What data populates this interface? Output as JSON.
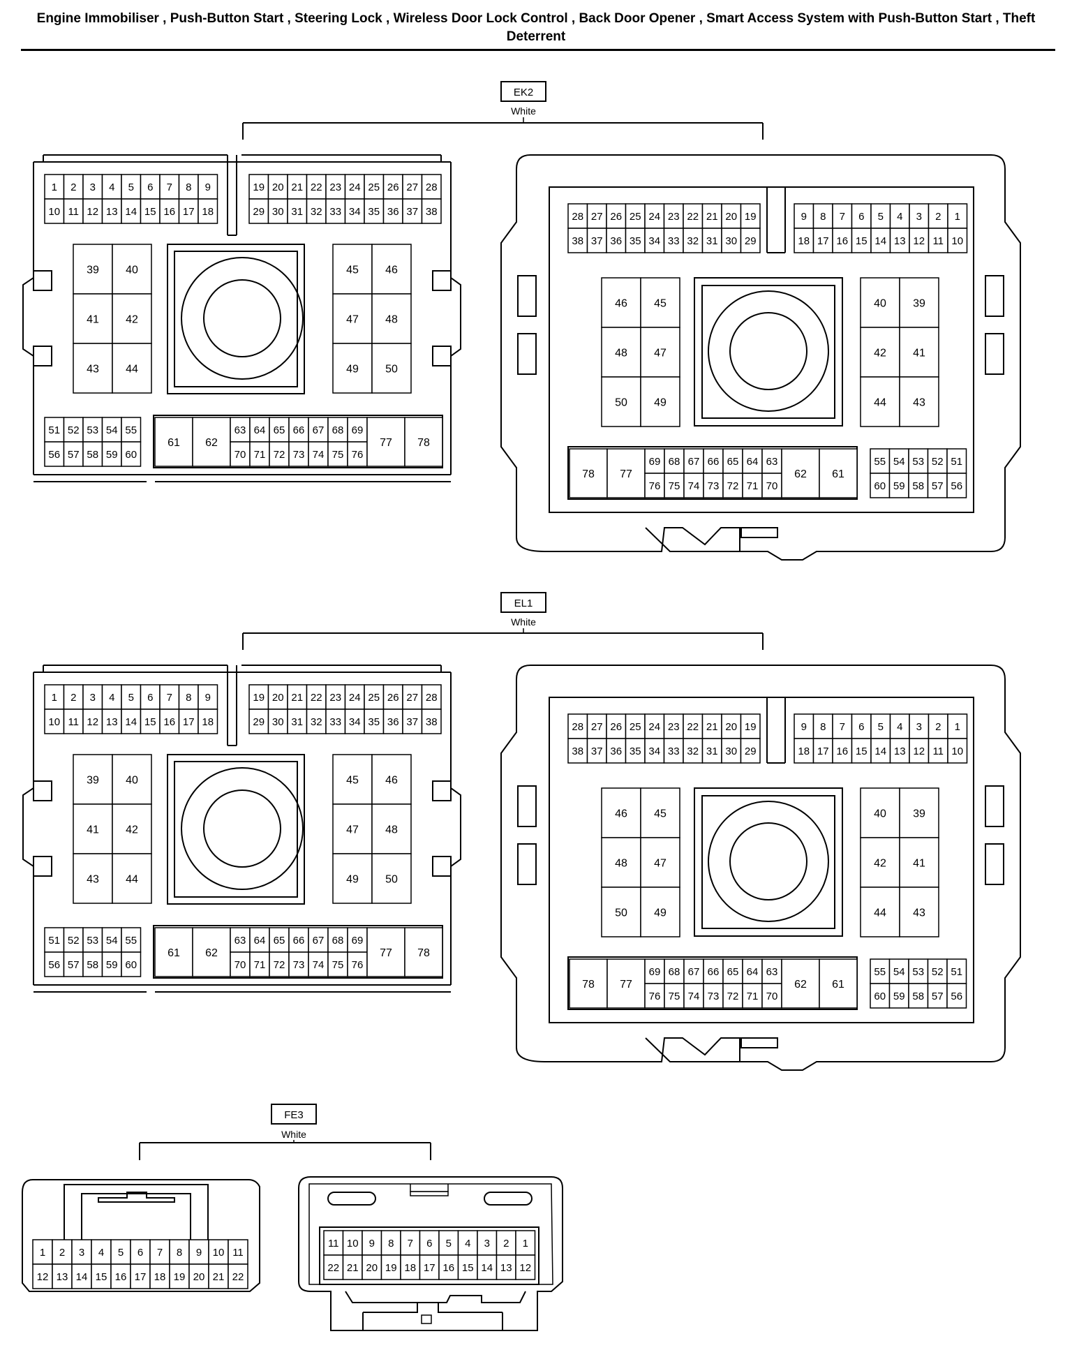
{
  "title": "Engine Immobiliser , Push-Button Start , Steering Lock , Wireless Door Lock Control , Back Door Opener , Smart Access System with Push-Button Start , Theft Deterrent",
  "connectors": [
    {
      "id": "EK2",
      "color": "White"
    },
    {
      "id": "EL1",
      "color": "White"
    },
    {
      "id": "FE3",
      "color": "White"
    }
  ],
  "large_connector": {
    "left": {
      "top_left_rows": [
        [
          "1",
          "2",
          "3",
          "4",
          "5",
          "6",
          "7",
          "8",
          "9"
        ],
        [
          "10",
          "11",
          "12",
          "13",
          "14",
          "15",
          "16",
          "17",
          "18"
        ]
      ],
      "top_right_rows": [
        [
          "19",
          "20",
          "21",
          "22",
          "23",
          "24",
          "25",
          "26",
          "27",
          "28"
        ],
        [
          "29",
          "30",
          "31",
          "32",
          "33",
          "34",
          "35",
          "36",
          "37",
          "38"
        ]
      ],
      "mid_left_grid": [
        [
          "39",
          "40"
        ],
        [
          "41",
          "42"
        ],
        [
          "43",
          "44"
        ]
      ],
      "mid_right_grid": [
        [
          "45",
          "46"
        ],
        [
          "47",
          "48"
        ],
        [
          "49",
          "50"
        ]
      ],
      "bottom_small_rows": [
        [
          "51",
          "52",
          "53",
          "54",
          "55"
        ],
        [
          "56",
          "57",
          "58",
          "59",
          "60"
        ]
      ],
      "bottom_big_left": [
        "61",
        "62"
      ],
      "bottom_mid_rows": [
        [
          "63",
          "64",
          "65",
          "66",
          "67",
          "68",
          "69"
        ],
        [
          "70",
          "71",
          "72",
          "73",
          "74",
          "75",
          "76"
        ]
      ],
      "bottom_big_right": [
        "77",
        "78"
      ]
    },
    "right": {
      "top_left_rows": [
        [
          "28",
          "27",
          "26",
          "25",
          "24",
          "23",
          "22",
          "21",
          "20",
          "19"
        ],
        [
          "38",
          "37",
          "36",
          "35",
          "34",
          "33",
          "32",
          "31",
          "30",
          "29"
        ]
      ],
      "top_right_rows": [
        [
          "9",
          "8",
          "7",
          "6",
          "5",
          "4",
          "3",
          "2",
          "1"
        ],
        [
          "18",
          "17",
          "16",
          "15",
          "14",
          "13",
          "12",
          "11",
          "10"
        ]
      ],
      "mid_left_grid": [
        [
          "46",
          "45"
        ],
        [
          "48",
          "47"
        ],
        [
          "50",
          "49"
        ]
      ],
      "mid_right_grid": [
        [
          "40",
          "39"
        ],
        [
          "42",
          "41"
        ],
        [
          "44",
          "43"
        ]
      ],
      "bottom_big_left": [
        "78",
        "77"
      ],
      "bottom_mid_rows": [
        [
          "69",
          "68",
          "67",
          "66",
          "65",
          "64",
          "63"
        ],
        [
          "76",
          "75",
          "74",
          "73",
          "72",
          "71",
          "70"
        ]
      ],
      "bottom_big_right": [
        "62",
        "61"
      ],
      "bottom_small_rows": [
        [
          "55",
          "54",
          "53",
          "52",
          "51"
        ],
        [
          "60",
          "59",
          "58",
          "57",
          "56"
        ]
      ]
    }
  },
  "small_connector": {
    "left_rows": [
      [
        "1",
        "2",
        "3",
        "4",
        "5",
        "6",
        "7",
        "8",
        "9",
        "10",
        "11"
      ],
      [
        "12",
        "13",
        "14",
        "15",
        "16",
        "17",
        "18",
        "19",
        "20",
        "21",
        "22"
      ]
    ],
    "right_rows": [
      [
        "11",
        "10",
        "9",
        "8",
        "7",
        "6",
        "5",
        "4",
        "3",
        "2",
        "1"
      ],
      [
        "22",
        "21",
        "20",
        "19",
        "18",
        "17",
        "16",
        "15",
        "14",
        "13",
        "12"
      ]
    ]
  }
}
